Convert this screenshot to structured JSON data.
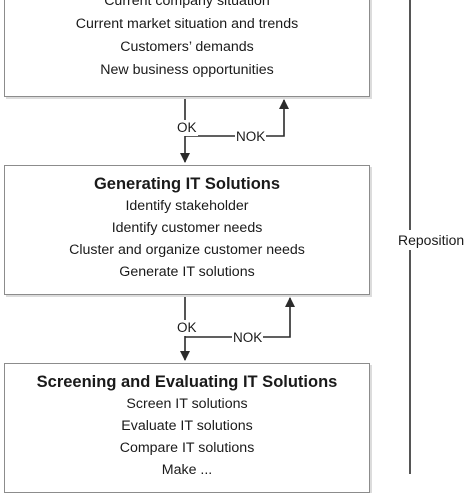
{
  "stages": [
    {
      "title": "",
      "activities": [
        "Current company situation",
        "Current market situation and trends",
        "Customers’ demands",
        "New business opportunities"
      ]
    },
    {
      "title": "Generating IT Solutions",
      "activities": [
        "Identify stakeholder",
        "Identify customer needs",
        "Cluster and organize customer needs",
        "Generate IT solutions"
      ]
    },
    {
      "title": "Screening and Evaluating IT Solutions",
      "activities": [
        "Screen IT solutions",
        "Evaluate IT solutions",
        "Compare IT solutions",
        "Make ..."
      ]
    }
  ],
  "transitions": [
    {
      "ok_label": "OK",
      "nok_label": "NOK"
    },
    {
      "ok_label": "OK",
      "nok_label": "NOK"
    }
  ],
  "side_loop": {
    "label": "Reposition"
  },
  "colors": {
    "line": "#2b2b2b",
    "border": "#8c8c8c",
    "text": "#1a1a1a"
  }
}
